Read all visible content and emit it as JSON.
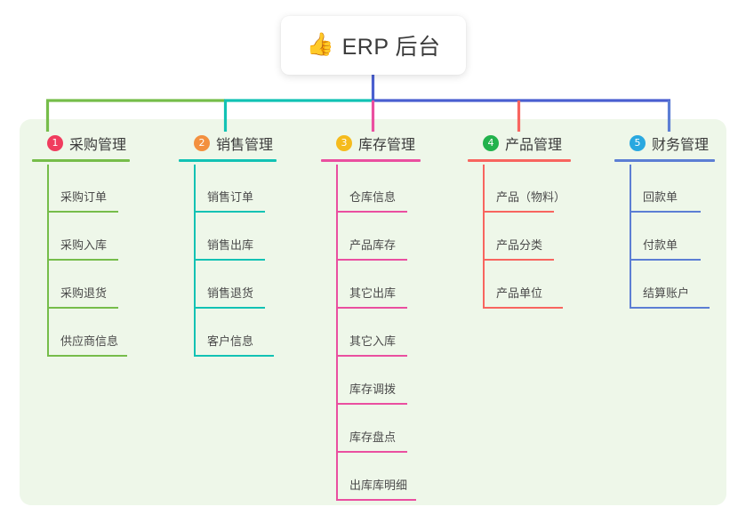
{
  "root": {
    "icon": "thumbs-up-icon",
    "icon_glyph": "👍",
    "title": "ERP 后台"
  },
  "panel": {
    "background": "#eef7e9"
  },
  "trunk": {
    "color": "#4a5fd0"
  },
  "columns": [
    {
      "index": "1",
      "title": "采购管理",
      "badge_color": "#f03c5e",
      "line_color": "#76bd4a",
      "items": [
        "采购订单",
        "采购入库",
        "采购退货",
        "供应商信息"
      ]
    },
    {
      "index": "2",
      "title": "销售管理",
      "badge_color": "#f3903f",
      "line_color": "#12c2b4",
      "items": [
        "销售订单",
        "销售出库",
        "销售退货",
        "客户信息"
      ]
    },
    {
      "index": "3",
      "title": "库存管理",
      "badge_color": "#f5bb1d",
      "line_color": "#ea4fa0",
      "items": [
        "仓库信息",
        "产品库存",
        "其它出库",
        "其它入库",
        "库存调拨",
        "库存盘点",
        "出库库明细"
      ]
    },
    {
      "index": "4",
      "title": "产品管理",
      "badge_color": "#22b24c",
      "line_color": "#f8655f",
      "items": [
        "产品（物料）",
        "产品分类",
        "产品单位"
      ]
    },
    {
      "index": "5",
      "title": "财务管理",
      "badge_color": "#29a8e0",
      "line_color": "#5c7ed4",
      "items": [
        "回款单",
        "付款单",
        "结算账户"
      ]
    }
  ]
}
